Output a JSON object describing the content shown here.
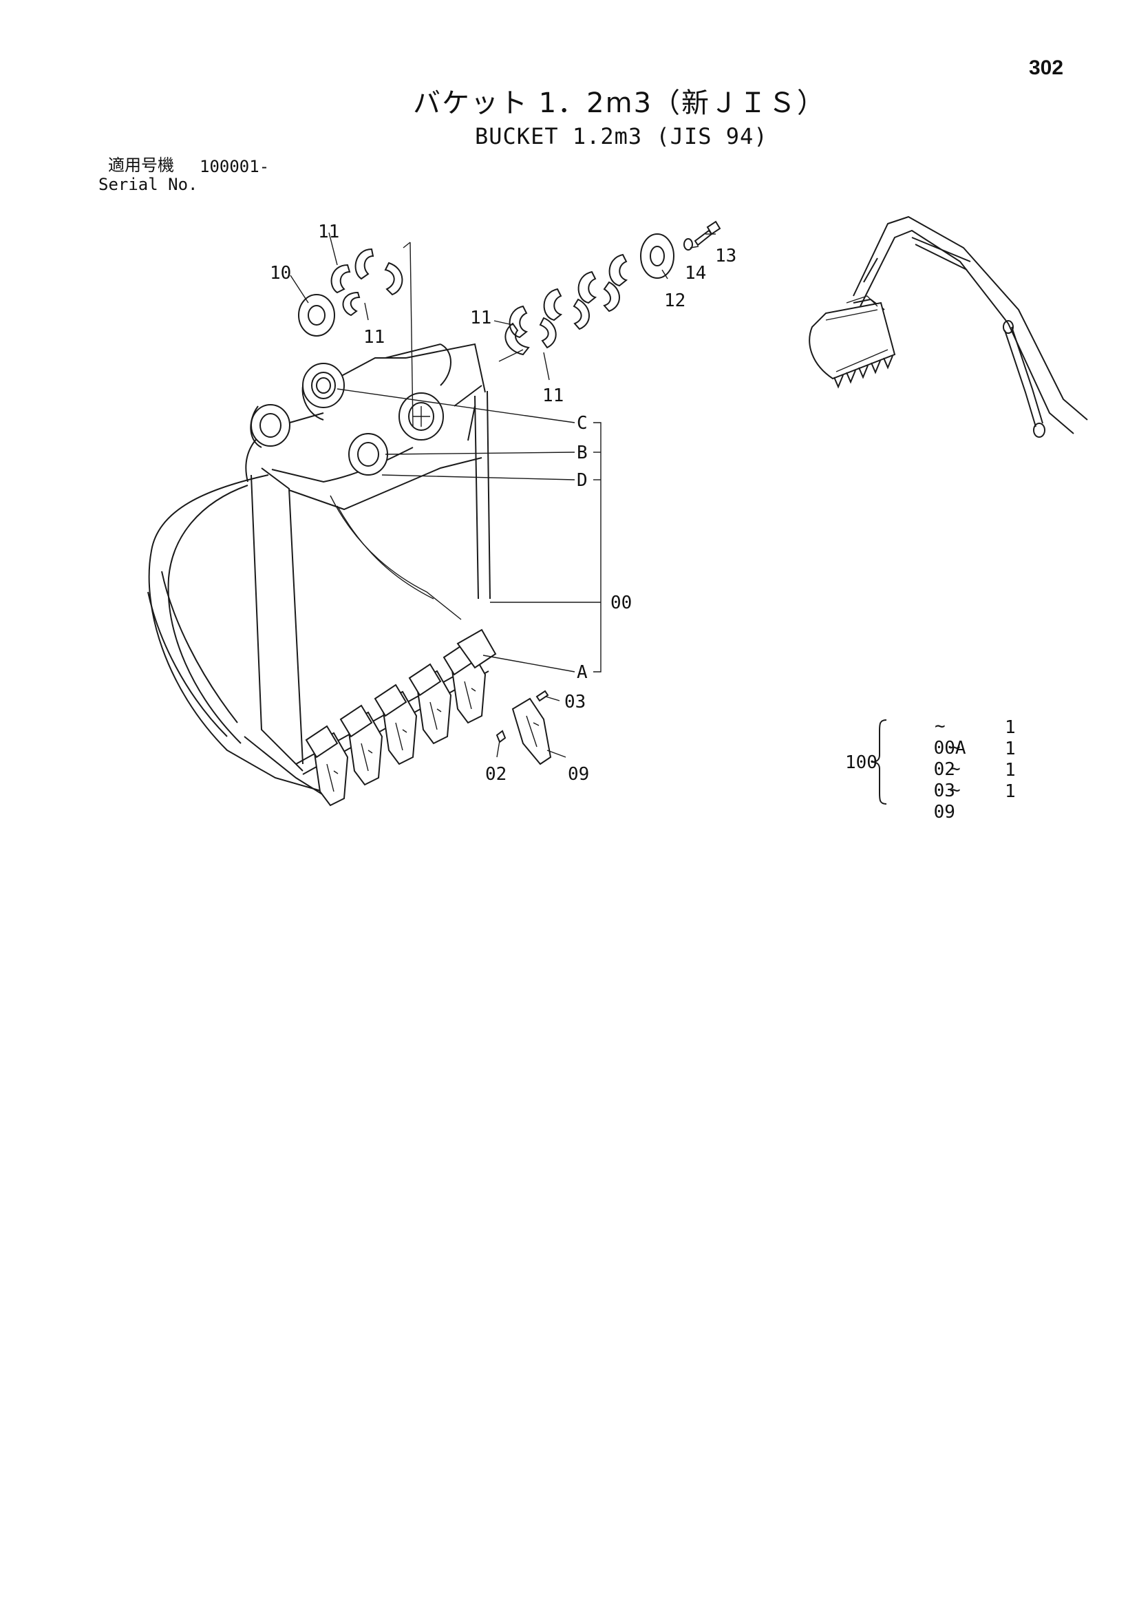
{
  "header": {
    "page_number": "302",
    "title_jp": "バケット 1．2m3（新ＪＩＳ）",
    "title_en": "BUCKET 1.2m3 (JIS 94)"
  },
  "serial": {
    "label_jp": "適用号機",
    "number": "100001-",
    "label_en": "Serial No."
  },
  "callouts": {
    "p11a": "11",
    "p10": "10",
    "p11b": "11",
    "p11c": "11",
    "p11d": "11",
    "p12": "12",
    "p13": "13",
    "p14": "14",
    "pC": "C",
    "pB": "B",
    "pD": "D",
    "p00": "00",
    "pA": "A",
    "p03": "03",
    "p02": "02",
    "p09": "09"
  },
  "kit": {
    "label": "100",
    "rows": [
      {
        "part": "00A",
        "qty": "1"
      },
      {
        "part": "02",
        "qty": "1"
      },
      {
        "part": "03",
        "qty": "1"
      },
      {
        "part": "09",
        "qty": "1"
      }
    ]
  }
}
